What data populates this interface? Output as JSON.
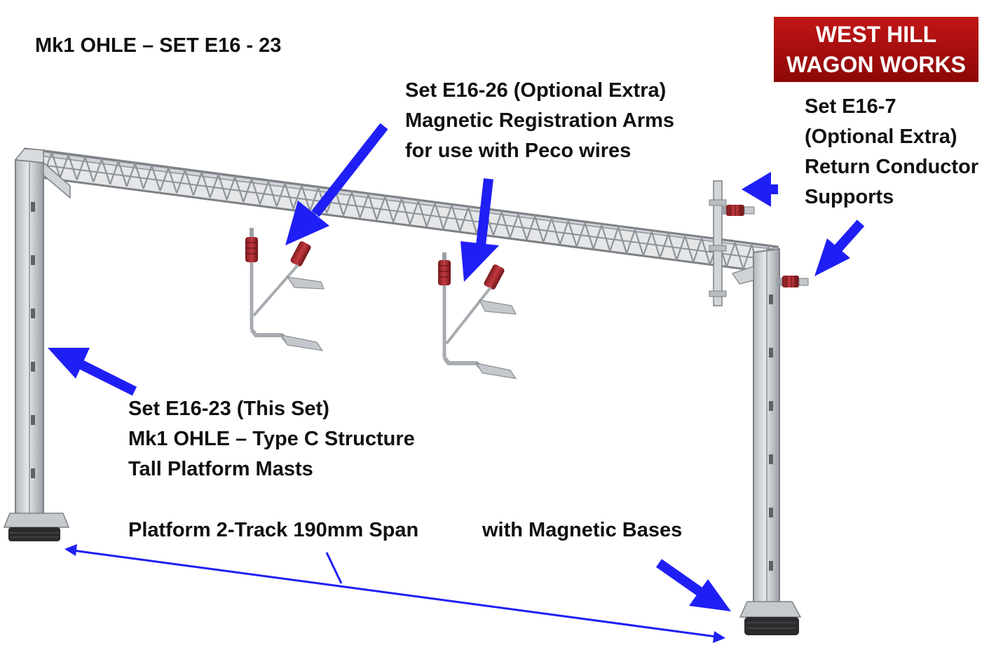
{
  "title": "Mk1 OHLE – SET E16 - 23",
  "logo": {
    "line1": "WEST HILL",
    "line2": "WAGON WORKS",
    "color": "#b01010"
  },
  "callouts": {
    "registration_arms": {
      "line1": "Set E16-26 (Optional Extra)",
      "line2": "Magnetic Registration Arms",
      "line3": "for use with Peco wires"
    },
    "return_conductor": {
      "line1": "Set E16-7",
      "line2": "(Optional Extra)",
      "line3": "Return Conductor",
      "line4": "Supports"
    },
    "this_set": {
      "line1": "Set E16-23 (This Set)",
      "line2": "Mk1 OHLE – Type C Structure",
      "line3": "Tall Platform Masts"
    },
    "span": "Platform 2-Track 190mm Span",
    "bases": "with Magnetic Bases"
  },
  "colors": {
    "arrow": "#1f1ff5",
    "steel": "#c9ccd0",
    "insulator": "#a3282c"
  }
}
